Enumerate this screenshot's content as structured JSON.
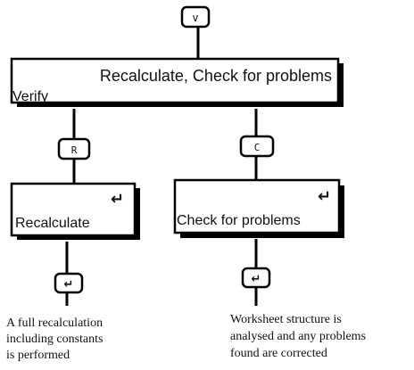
{
  "diagram": {
    "top_key": {
      "label": "v"
    },
    "main_box": {
      "title": "Recalculate, Check for problems",
      "label": "Verify"
    },
    "branch_left": {
      "key": "R",
      "box_label": "Recalculate",
      "enter_glyph": "↵",
      "description": [
        "A full recalculation",
        "including constants",
        "is performed"
      ]
    },
    "branch_right": {
      "key": "C",
      "box_label": "Check for problems",
      "enter_glyph": "↵",
      "description": [
        "Worksheet structure is",
        "analysed and any problems",
        "found are corrected"
      ]
    }
  }
}
